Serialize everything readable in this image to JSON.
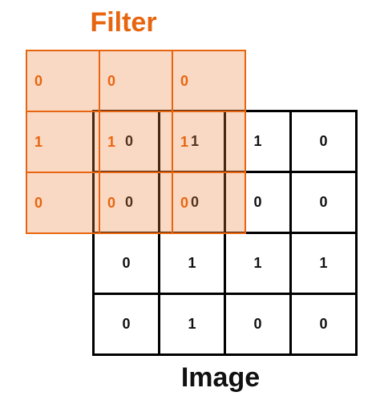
{
  "colors": {
    "filter_accent": "#e8650f",
    "filter_fill": "rgba(240, 130, 60, 0.30)",
    "image_stroke": "#000000",
    "image_text": "#111111"
  },
  "filter": {
    "title": "Filter",
    "cells": [
      [
        "0",
        "0",
        "0"
      ],
      [
        "1",
        "1",
        "1"
      ],
      [
        "0",
        "0",
        "0"
      ]
    ]
  },
  "image": {
    "title": "Image",
    "cells": [
      [
        "0",
        "1",
        "1",
        "0"
      ],
      [
        "0",
        "0",
        "0",
        "0"
      ],
      [
        "0",
        "1",
        "1",
        "1"
      ],
      [
        "0",
        "1",
        "0",
        "0"
      ]
    ]
  }
}
